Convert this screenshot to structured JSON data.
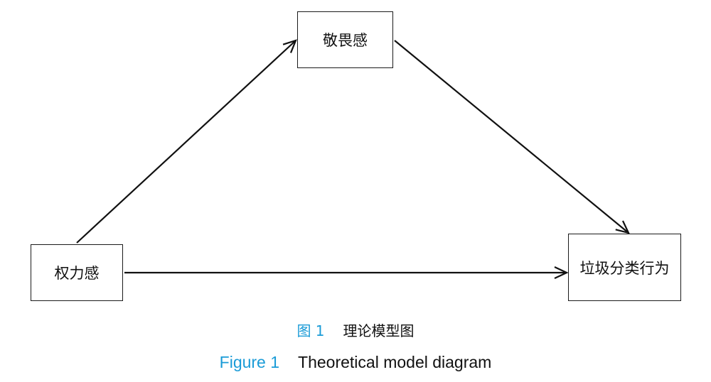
{
  "diagram": {
    "nodes": {
      "awe": "敬畏感",
      "power": "权力感",
      "behavior": "垃圾分类行为"
    },
    "edges": [
      {
        "from": "power",
        "to": "awe"
      },
      {
        "from": "awe",
        "to": "behavior"
      },
      {
        "from": "power",
        "to": "behavior"
      }
    ]
  },
  "caption": {
    "cn_number": "图 1",
    "cn_title": "理论模型图",
    "en_number": "Figure 1",
    "en_title": "Theoretical model diagram"
  },
  "colors": {
    "line": "#111111",
    "caption_accent": "#1a9bd7",
    "text": "#111111"
  }
}
